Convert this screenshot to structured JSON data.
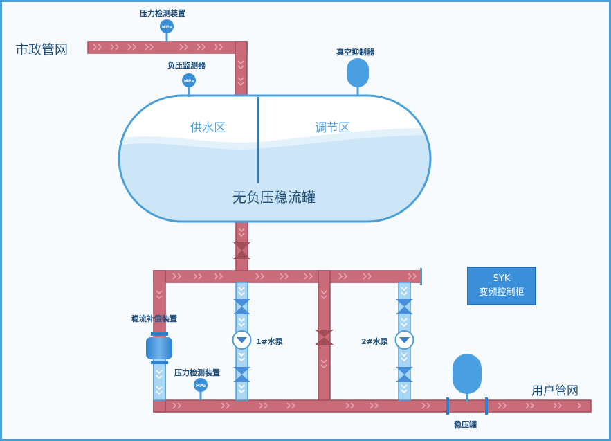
{
  "labels": {
    "municipal": "市政管网",
    "pressure_top": "压力检测装置",
    "neg_pressure": "负压监测器",
    "vacuum": "真空抑制器",
    "supply_zone": "供水区",
    "adjust_zone": "调节区",
    "tank": "无负压稳流罐",
    "compensation": "稳流补偿装置",
    "pressure_bottom": "压力检测装置",
    "pump1": "1#水泵",
    "pump2": "2#水泵",
    "stabilizer": "稳压罐",
    "user": "用户管网",
    "gauge_unit": "MPa"
  },
  "controller": {
    "line1": "SYK",
    "line2": "变频控制柜"
  },
  "colors": {
    "frame": "#4a9fd8",
    "pipe_red": "#c96b79",
    "pipe_red_edge": "#a24d5a",
    "pipe_blue": "#a9d6f2",
    "pipe_blue_edge": "#4a9fd8",
    "tank_water": "#cde6f7",
    "component": "#3b8fd9"
  }
}
